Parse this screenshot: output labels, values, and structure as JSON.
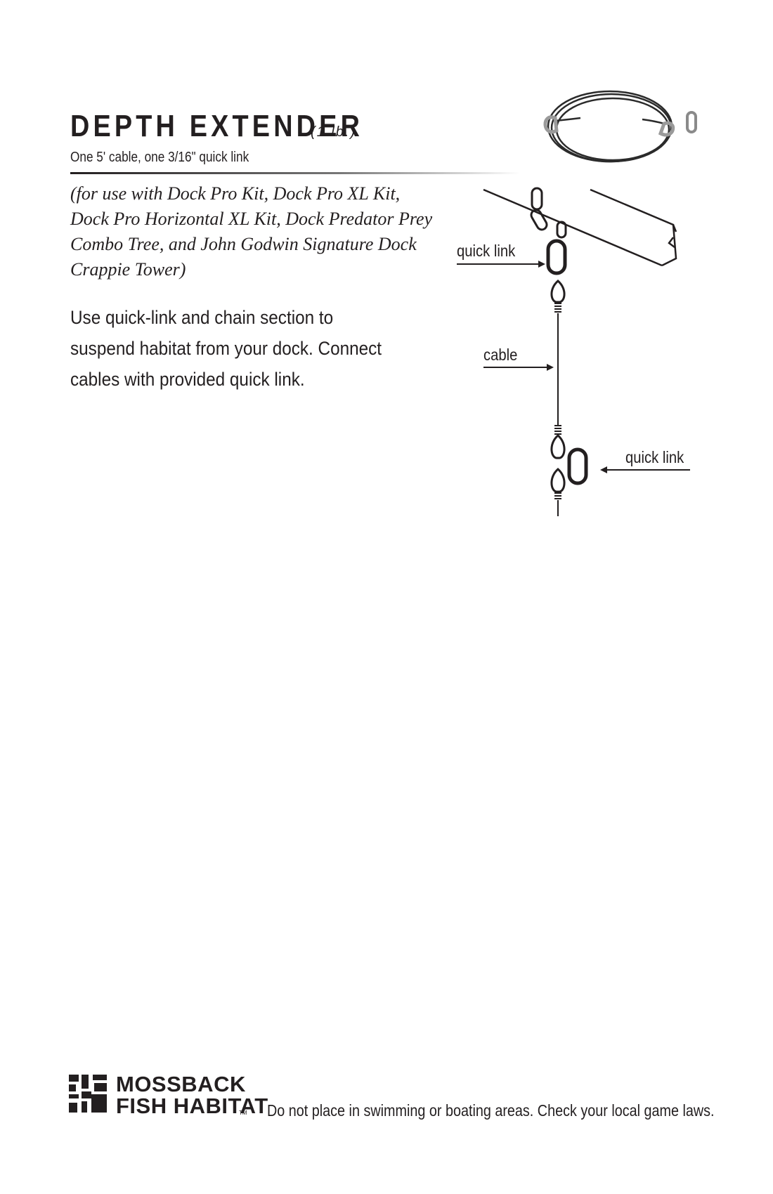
{
  "header": {
    "title": "DEPTH EXTENDER",
    "weight": "(1 lb.)",
    "contents": "One 5' cable, one 3/16\" quick link"
  },
  "compatibility": "(for use with Dock Pro Kit, Dock Pro XL Kit, Dock Pro Horizontal XL Kit, Dock Predator Prey Combo Tree, and John Godwin Signature Dock Crappie Tower)",
  "instructions": "Use quick-link and chain section to suspend habitat from your dock. Connect cables with provided quick link.",
  "diagram": {
    "labels": {
      "quick_link_top": "quick link",
      "cable": "cable",
      "quick_link_bottom": "quick link"
    }
  },
  "footer": {
    "brand_line1": "MOSSBACK",
    "brand_line2": "FISH HABITAT",
    "trademark": "TM",
    "warning": "Do not place in swimming or boating areas. Check your local game laws."
  }
}
